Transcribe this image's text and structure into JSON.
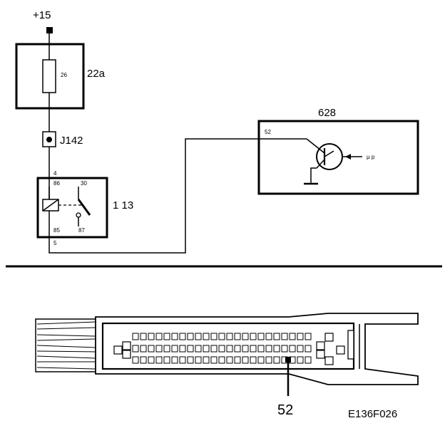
{
  "supply": {
    "label": "+15"
  },
  "fuse_box": {
    "label": "22a",
    "fuse_number": "26"
  },
  "connector": {
    "label": "J142"
  },
  "relay": {
    "label": "1 13",
    "pins": {
      "p86": "86",
      "p30": "30",
      "p85": "85",
      "p87": "87"
    },
    "terminal_in": "4",
    "terminal_out": "5"
  },
  "ecu": {
    "label": "628",
    "pin": "52",
    "signal": "µ p"
  },
  "plug": {
    "pin_callout": "52"
  },
  "figure_code": "E136F026"
}
